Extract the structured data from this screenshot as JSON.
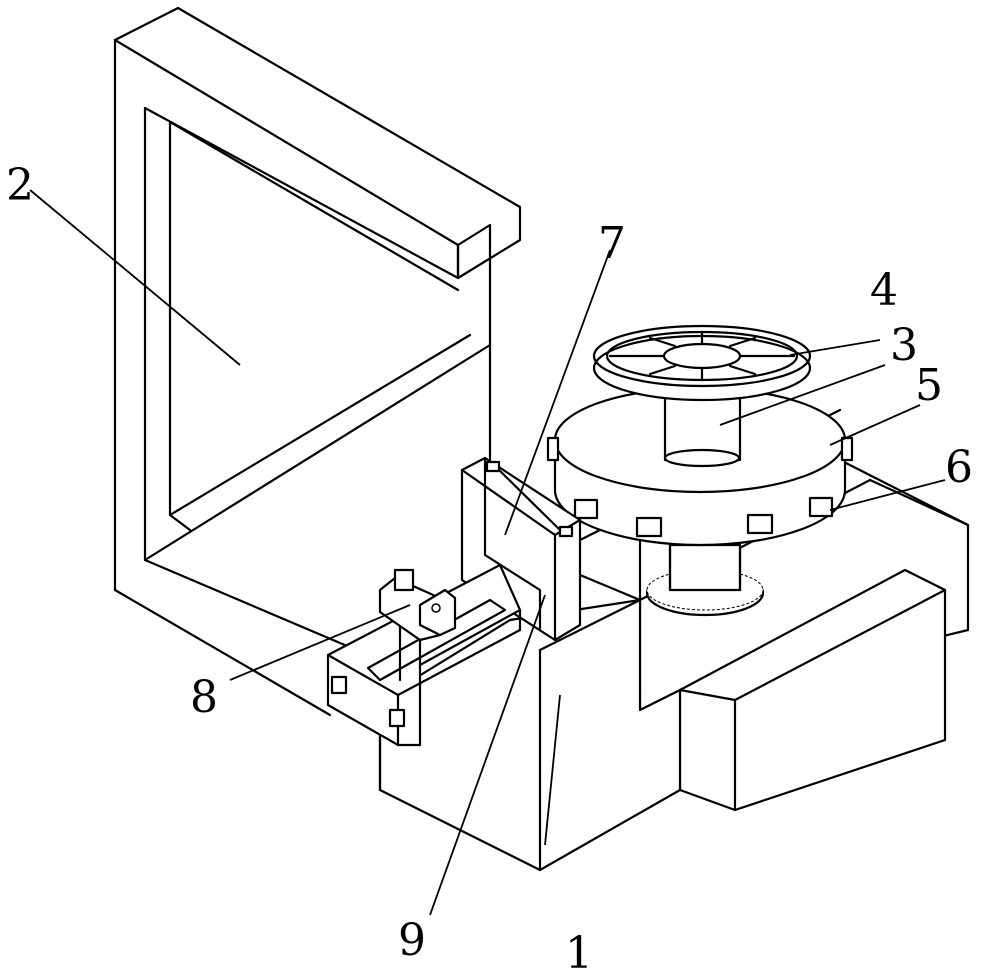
{
  "figure": {
    "labels": [
      "1",
      "2",
      "3",
      "4",
      "5",
      "6",
      "7",
      "8",
      "9"
    ]
  }
}
